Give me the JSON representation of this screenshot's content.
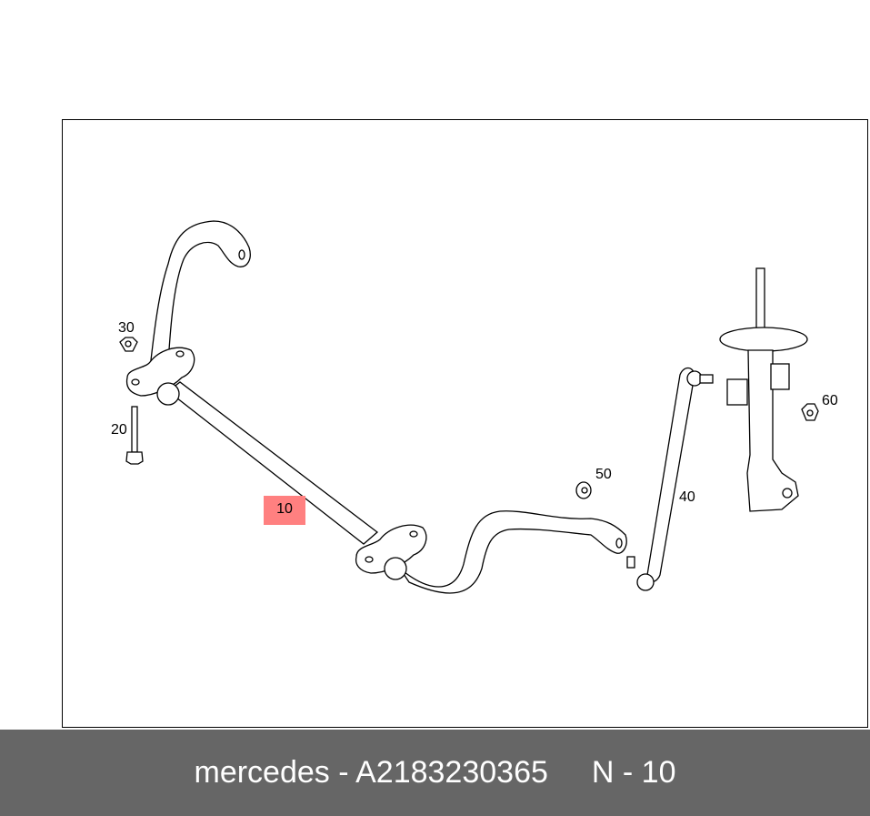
{
  "diagram": {
    "callouts": [
      {
        "id": "30",
        "text": "30"
      },
      {
        "id": "20",
        "text": "20"
      },
      {
        "id": "10",
        "text": "10",
        "highlighted": true
      },
      {
        "id": "50",
        "text": "50"
      },
      {
        "id": "40",
        "text": "40"
      },
      {
        "id": "60",
        "text": "60"
      }
    ],
    "highlight_color": "#ff8080"
  },
  "footer": {
    "brand_part": "mercedes - A2183230365",
    "position": "N - 10",
    "background": "#666666"
  }
}
